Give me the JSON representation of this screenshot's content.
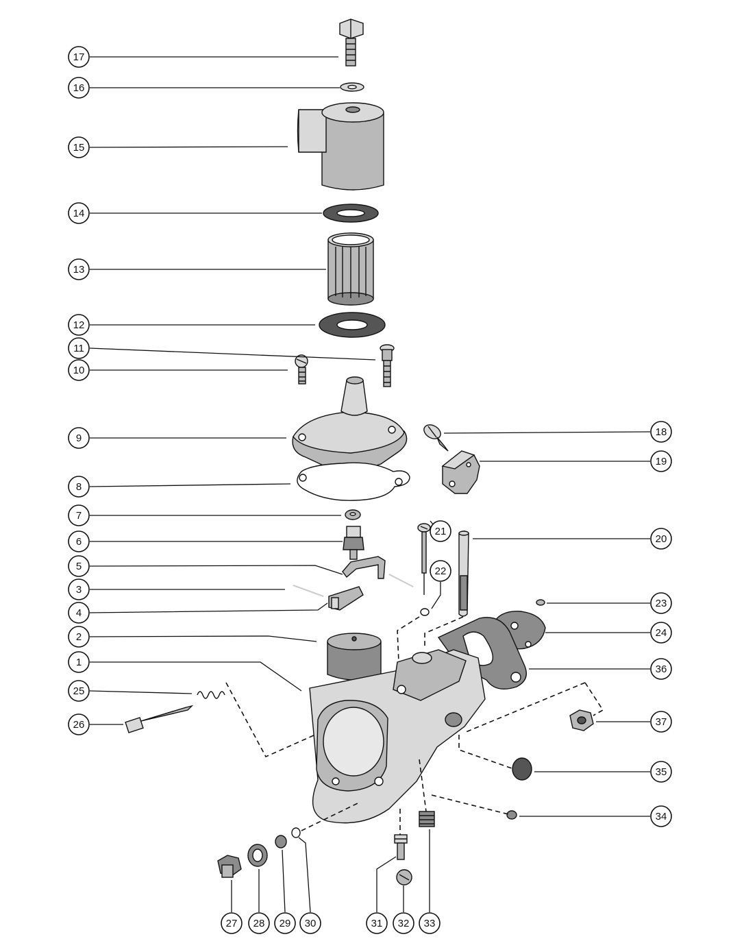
{
  "diagram": {
    "callouts": [
      {
        "key": "17",
        "label": "17"
      },
      {
        "key": "16",
        "label": "16"
      },
      {
        "key": "15",
        "label": "15"
      },
      {
        "key": "14",
        "label": "14"
      },
      {
        "key": "13",
        "label": "13"
      },
      {
        "key": "12",
        "label": "12"
      },
      {
        "key": "11",
        "label": "11"
      },
      {
        "key": "10",
        "label": "10"
      },
      {
        "key": "9",
        "label": "9"
      },
      {
        "key": "8",
        "label": "8"
      },
      {
        "key": "7",
        "label": "7"
      },
      {
        "key": "6",
        "label": "6"
      },
      {
        "key": "5",
        "label": "5"
      },
      {
        "key": "3",
        "label": "3"
      },
      {
        "key": "4",
        "label": "4"
      },
      {
        "key": "2",
        "label": "2"
      },
      {
        "key": "1",
        "label": "1"
      },
      {
        "key": "25",
        "label": "25"
      },
      {
        "key": "26",
        "label": "26"
      },
      {
        "key": "18",
        "label": "18"
      },
      {
        "key": "19",
        "label": "19"
      },
      {
        "key": "20",
        "label": "20"
      },
      {
        "key": "21",
        "label": "21"
      },
      {
        "key": "22",
        "label": "22"
      },
      {
        "key": "23",
        "label": "23"
      },
      {
        "key": "24",
        "label": "24"
      },
      {
        "key": "36",
        "label": "36"
      },
      {
        "key": "37",
        "label": "37"
      },
      {
        "key": "35",
        "label": "35"
      },
      {
        "key": "34",
        "label": "34"
      },
      {
        "key": "27",
        "label": "27"
      },
      {
        "key": "28",
        "label": "28"
      },
      {
        "key": "29",
        "label": "29"
      },
      {
        "key": "30",
        "label": "30"
      },
      {
        "key": "31",
        "label": "31"
      },
      {
        "key": "32",
        "label": "32"
      },
      {
        "key": "33",
        "label": "33"
      }
    ]
  }
}
